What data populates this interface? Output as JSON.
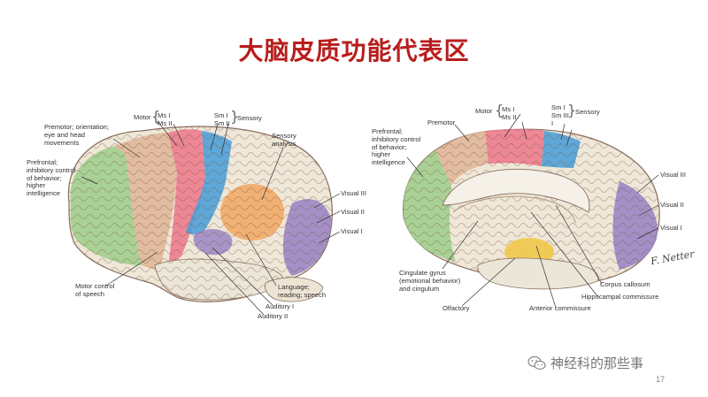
{
  "title": "大脑皮质功能代表区",
  "lateral": {
    "motor": "Motor",
    "ms": "Ms I\nMs II",
    "sm": "Sm I\nSm II",
    "sensory": "Sensory",
    "premotor": "Premotor; orientation;\neye and head\nmovements",
    "prefrontal": "Prefrontal;\ninhibitory control\nof behavior;\nhigher\nintelligence",
    "sensory_analysis": "Sensory\nanalysis",
    "visual_iii": "Visual III",
    "visual_ii": "Visual II",
    "visual_i": "Visual I",
    "motor_speech": "Motor control\nof speech",
    "language": "Language;\nreading; speech",
    "auditory_i": "Auditory I",
    "auditory_ii": "Auditory II"
  },
  "medial": {
    "motor": "Motor",
    "ms": "Ms I\nMs II",
    "sm": "Sm I\nSm III\nI",
    "sensory": "Sensory",
    "premotor": "Premotor",
    "prefrontal": "Prefrontal;\ninhibitory control\nof behavior;\nhigher\nintelligence",
    "visual_iii": "Visual III",
    "visual_ii": "Visual II",
    "visual_i": "Visual I",
    "cingulate": "Cingulate gyrus\n(emotional behavior)\nand cingulum",
    "corpus": "Corpus callosum",
    "hippocampal": "Hippocampal commissure",
    "anterior": "Anterior commissure",
    "olfactory": "Olfactory"
  },
  "signature": "F. Netter",
  "watermark": "神经科的那些事",
  "page_number": "17"
}
